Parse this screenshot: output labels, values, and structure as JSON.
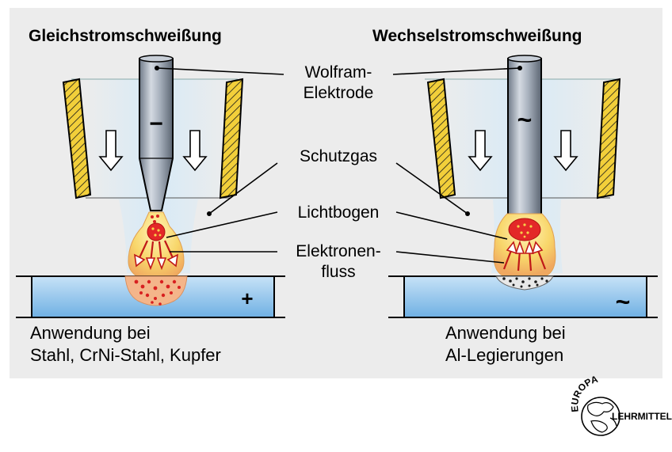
{
  "left": {
    "title": "Gleichstromschweißung",
    "electrode_symbol": "−",
    "workpiece_symbol": "+",
    "caption_line1": "Anwendung bei",
    "caption_line2": "Stahl, CrNi-Stahl, Kupfer"
  },
  "right": {
    "title": "Wechselstromschweißung",
    "electrode_symbol": "~",
    "workpiece_symbol": "~",
    "caption_line1": "Anwendung bei",
    "caption_line2": "Al-Legierungen"
  },
  "labels": {
    "electrode_line1": "Wolfram-",
    "electrode_line2": "Elektrode",
    "shielding_gas": "Schutzgas",
    "arc": "Lichtbogen",
    "electron_flow_line1": "Elektronen-",
    "electron_flow_line2": "fluss"
  },
  "logo": {
    "top": "EUROPA",
    "right": "LEHRMITTEL"
  },
  "colors": {
    "panel": "#ececec",
    "nozzle_fill": "#f2cf3a",
    "gas": "#dbeef9",
    "workpiece": "#9ccbef",
    "electrode": "#8a96a6",
    "arc": "#f7e08a",
    "pool": "#f5b88a",
    "droplets": "#d92020"
  }
}
